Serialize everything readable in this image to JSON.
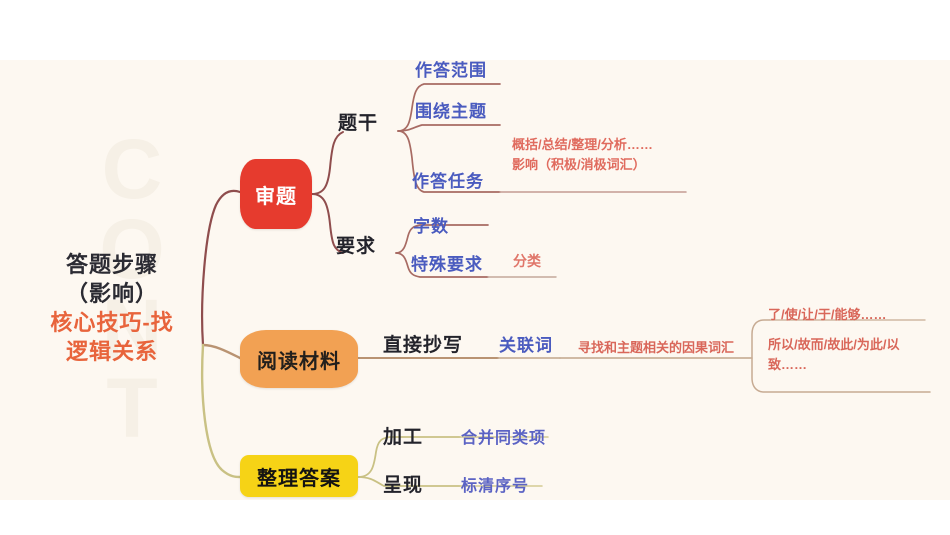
{
  "canvas": {
    "background": "#fdf8f1",
    "watermark": "CONT"
  },
  "root": {
    "line1": "答题步骤",
    "line2": "（影响）",
    "line3": "核心技巧-找",
    "line4": "逻辑关系",
    "dark_color": "#2b2b33",
    "accent_color": "#e8643c"
  },
  "branches": [
    {
      "node_label": "审题",
      "node_color": "#e63b2e",
      "node_text_color": "#ffffff",
      "connector_color": "#8f4d4d",
      "children": [
        {
          "label": "题干",
          "items": [
            {
              "label": "作答范围",
              "color": "#4a5bbf",
              "clipped": true
            },
            {
              "label": "围绕主题",
              "color": "#4a5bbf"
            },
            {
              "label": "作答任务",
              "color": "#4a5bbf",
              "notes": [
                "概括/总结/整理/分析……",
                "影响（积极/消极词汇）"
              ],
              "note_color": "#e06b5e"
            }
          ]
        },
        {
          "label": "要求",
          "items": [
            {
              "label": "字数",
              "color": "#4a5bbf"
            },
            {
              "label": "特殊要求",
              "color": "#4a5bbf",
              "notes": [
                "分类"
              ],
              "note_color": "#e0766a"
            }
          ]
        }
      ]
    },
    {
      "node_label": "阅读材料",
      "node_color": "#f2a153",
      "node_text_color": "#221f1c",
      "connector_color": "#b99372",
      "children": [
        {
          "label": "直接抄写",
          "items": [
            {
              "label": "关联词",
              "color": "#4a5bbf",
              "notes": [
                "寻找和主题相关的因果词汇"
              ],
              "note_color": "#d9675a",
              "leaf_notes": [
                "了/使/让/于/能够……",
                "所以/故而/故此/为此/以致……"
              ]
            }
          ]
        }
      ]
    },
    {
      "node_label": "整理答案",
      "node_color": "#f6d316",
      "node_text_color": "#141312",
      "connector_color": "#c9c184",
      "children": [
        {
          "label": "加工",
          "items": [
            {
              "label": "合并同类项",
              "color": "#5b63c4"
            }
          ]
        },
        {
          "label": "呈现",
          "items": [
            {
              "label": "标清序号",
              "color": "#4a5bbf"
            }
          ]
        }
      ]
    }
  ]
}
